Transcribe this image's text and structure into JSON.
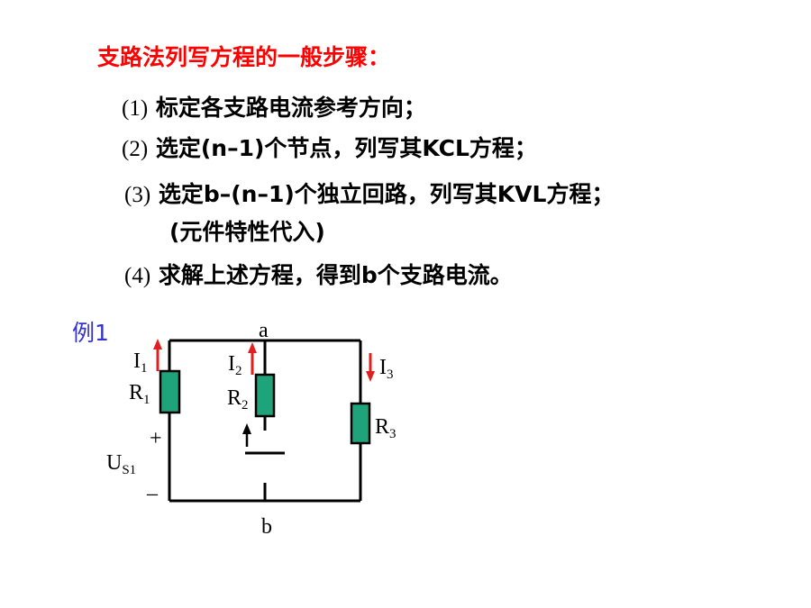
{
  "heading": "支路法列写方程的一般步骤：",
  "steps": [
    {
      "num": "(1)",
      "text": " 标定各支路电流参考方向；"
    },
    {
      "num": "(2)",
      "text": " 选定(n–1)个节点，列写其KCL方程；"
    },
    {
      "num": "(3)",
      "text": " 选定b–(n–1)个独立回路，列写其KVL方程；"
    },
    {
      "num": "",
      "text": "(元件特性代入)"
    },
    {
      "num": "(4)",
      "text": " 求解上述方程，得到b个支路电流。"
    }
  ],
  "example_label": "例1",
  "circuit": {
    "node_a": "a",
    "node_b": "b",
    "I1": {
      "main": "I",
      "sub": "1"
    },
    "I2": {
      "main": "I",
      "sub": "2"
    },
    "I3": {
      "main": "I",
      "sub": "3"
    },
    "R1": {
      "main": "R",
      "sub": "1"
    },
    "R2": {
      "main": "R",
      "sub": "2"
    },
    "R3": {
      "main": "R",
      "sub": "3"
    },
    "US1": {
      "main": "U",
      "sub": "S1"
    },
    "plus": "+",
    "minus": "–"
  },
  "colors": {
    "heading": "#ff0000",
    "example": "#3333cc",
    "resistor_fill": "#1fa37a",
    "arrow": "#e02020",
    "wire": "#000000"
  }
}
